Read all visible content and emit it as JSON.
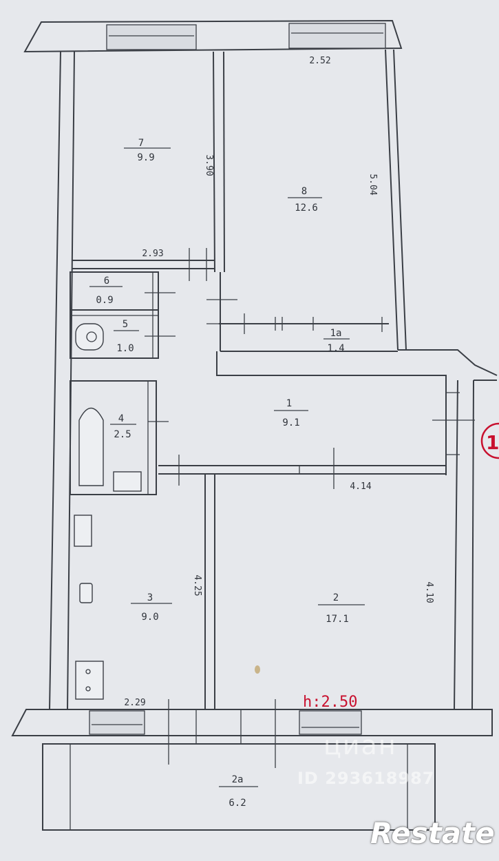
{
  "rooms": [
    {
      "id": "room-7",
      "number": "7",
      "area": "9.9"
    },
    {
      "id": "room-8",
      "number": "8",
      "area": "12.6"
    },
    {
      "id": "room-6",
      "number": "6",
      "area": "0.9"
    },
    {
      "id": "room-5",
      "number": "5",
      "area": "1.0"
    },
    {
      "id": "room-1a",
      "number": "1а",
      "area": "1.4"
    },
    {
      "id": "room-1",
      "number": "1",
      "area": "9.1"
    },
    {
      "id": "room-4",
      "number": "4",
      "area": "2.5"
    },
    {
      "id": "room-3",
      "number": "3",
      "area": "9.0"
    },
    {
      "id": "room-2",
      "number": "2",
      "area": "17.1"
    },
    {
      "id": "room-2a",
      "number": "2а",
      "area": "6.2"
    }
  ],
  "dimensions": {
    "top_right_width": "2.52",
    "room7_room8_wall": "3.90",
    "room8_right": "5.04",
    "room7_bottom": "2.93",
    "room2_top": "4.14",
    "room3_right": "4.25",
    "room2_right": "4.10",
    "room3_bottom": "2.29"
  },
  "ceiling_height": "h:2.50",
  "watermark": {
    "logo": "циан",
    "id": "ID 293618987"
  },
  "brand": "Restate",
  "stamp_mark": "1",
  "colors": {
    "stamp": "#c8102e",
    "background": "#e6e8ec",
    "lines": "#3a3e45"
  }
}
